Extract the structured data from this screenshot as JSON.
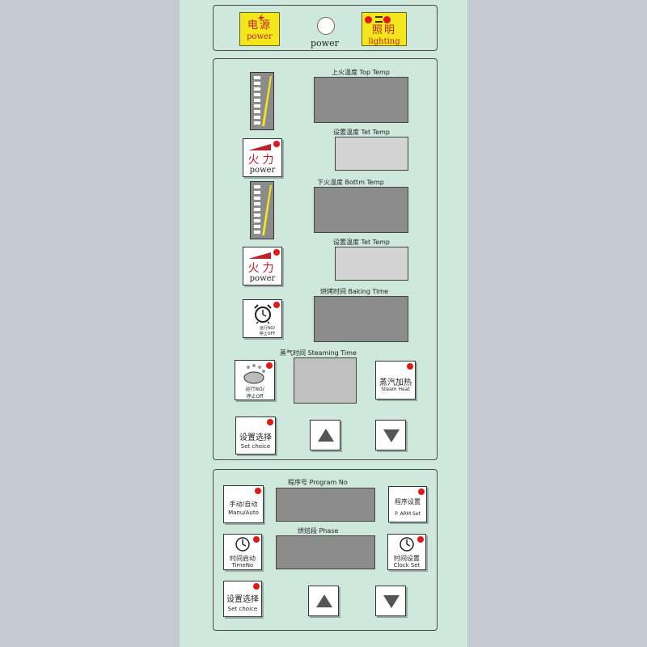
{
  "top": {
    "power_cn": "电源",
    "power_en": "power",
    "indicator_label": "power",
    "lighting_cn": "照明",
    "lighting_en": "lighting"
  },
  "middle": {
    "top_temp_label": "上火温度 Top Temp",
    "set_temp_label_1": "设置温度 Tet Temp",
    "bottom_temp_label": "下火温度 Bottm Temp",
    "set_temp_label_2": "设置温度 Tet Temp",
    "baking_time_label": "烘烤时间 Baking Time",
    "steaming_time_label": "蒸气时间 Steaming Time",
    "fire_power_cn_1": "火力",
    "fire_power_en_1": "power",
    "fire_power_cn_2": "火力",
    "fire_power_en_2": "power",
    "timer_run": "运行NO/",
    "timer_stop": "停止OFF",
    "steam_run": "运行NO/",
    "steam_stop": "停止Off",
    "steam_heat_cn": "蒸汽加热",
    "steam_heat_en": "Steam Heat",
    "set_choice_cn": "设置选择",
    "set_choice_en": "Set choice"
  },
  "bottom": {
    "program_no_label": "程序号 Program No",
    "phase_label": "烘焙段  Phase",
    "manu_auto_cn": "手动/自动",
    "manu_auto_en": "Manu/Auto",
    "program_set_cn": "程序设置",
    "program_set_en": "P. ARM Set",
    "time_start_cn": "时间启动",
    "time_start_en": "TimeNo",
    "clock_set_cn": "时间设置",
    "clock_set_en": "Clock Set",
    "set_choice_cn": "设置选择",
    "set_choice_en": "Set choice"
  }
}
